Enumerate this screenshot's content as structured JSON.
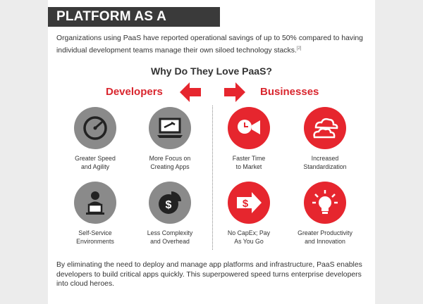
{
  "banner": {
    "title": "PLATFORM AS A SERVICE"
  },
  "intro": {
    "text": "Organizations using PaaS have reported operational savings of up to 50% compared to having individual development teams manage their own siloed technology stacks.",
    "footnote": "[2]"
  },
  "subtitle": "Why Do They Love PaaS?",
  "developers": {
    "title": "Developers",
    "items": [
      {
        "line1": "Greater Speed",
        "line2": "and Agility",
        "icon": "speedometer-icon"
      },
      {
        "line1": "More Focus on",
        "line2": "Creating Apps",
        "icon": "laptop-tools-icon"
      },
      {
        "line1": "Self-Service",
        "line2": "Environments",
        "icon": "person-computer-icon"
      },
      {
        "line1": "Less Complexity",
        "line2": "and Overhead",
        "icon": "pie-chart-dollar-icon"
      }
    ]
  },
  "businesses": {
    "title": "Businesses",
    "items": [
      {
        "line1": "Faster Time",
        "line2": "to Market",
        "icon": "clock-megaphone-icon"
      },
      {
        "line1": "Increased",
        "line2": "Standardization",
        "icon": "cloud-icon"
      },
      {
        "line1": "No CapEx; Pay",
        "line2": "As You Go",
        "icon": "dollar-arrow-icon"
      },
      {
        "line1": "Greater Productivity",
        "line2": "and Innovation",
        "icon": "lightbulb-icon"
      }
    ]
  },
  "closing": "By eliminating the need to deploy and manage app platforms and infrastructure, PaaS enables developers to build critical apps quickly. This superpowered speed turns enterprise developers into cloud heroes.",
  "colors": {
    "accent": "#e6262e",
    "gray_icon": "#8a8a8a",
    "banner": "#3a3a3a"
  }
}
